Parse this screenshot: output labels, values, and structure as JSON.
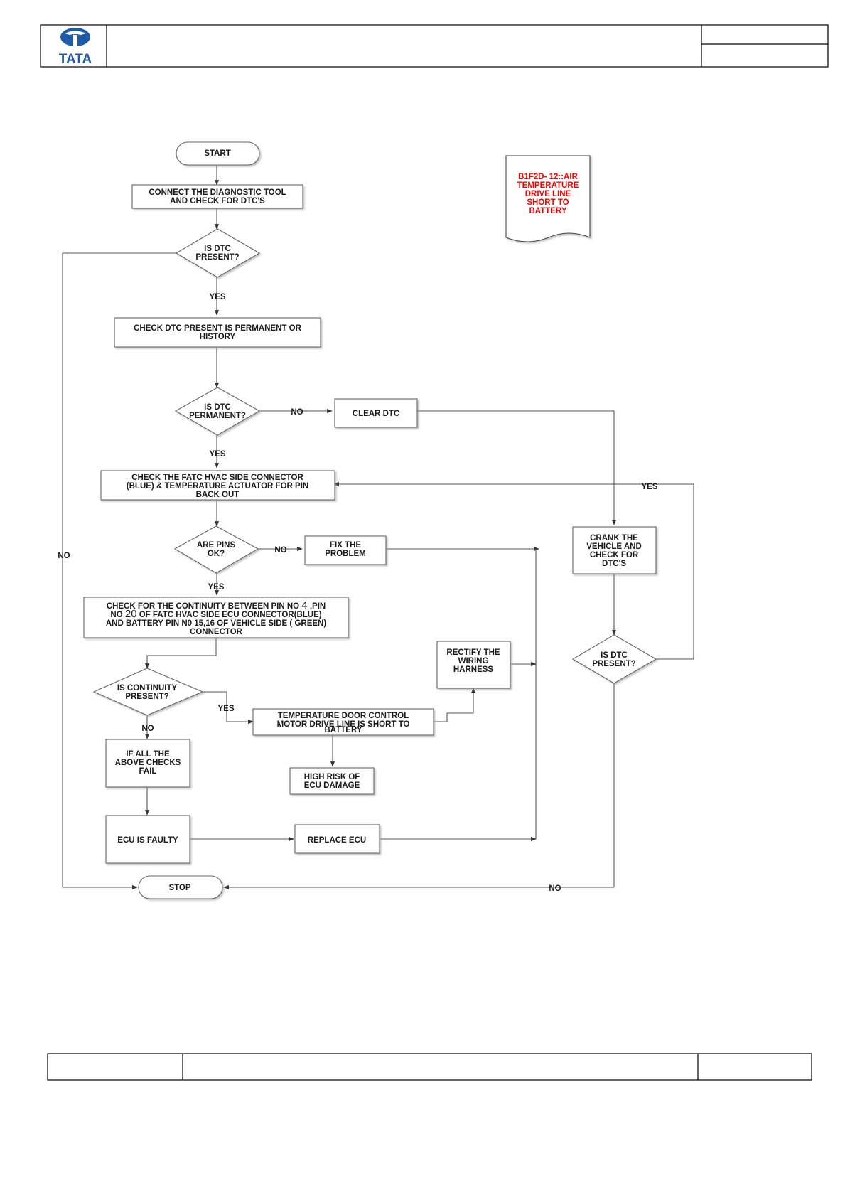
{
  "brand": {
    "name": "TATA",
    "color": "#1f5aa8"
  },
  "callout": {
    "lines": [
      "B1F2D- 12::AIR",
      "TEMPERATURE",
      "DRIVE LINE",
      "SHORT TO",
      "BATTERY"
    ],
    "color": "#ff0000"
  },
  "nodes": {
    "start": {
      "lines": [
        "START"
      ]
    },
    "connect_tool": {
      "lines": [
        "CONNECT THE DIAGNOSTIC TOOL",
        "AND CHECK FOR  DTC'S"
      ]
    },
    "dtc_present_1": {
      "lines": [
        "IS  DTC",
        "PRESENT?"
      ]
    },
    "check_permanent": {
      "lines": [
        "CHECK DTC  PRESENT IS PERMANENT OR",
        "HISTORY"
      ]
    },
    "is_permanent": {
      "lines": [
        "IS  DTC",
        "PERMANENT?"
      ]
    },
    "clear_dtc": {
      "lines": [
        "CLEAR DTC"
      ]
    },
    "check_connector": {
      "lines": [
        "CHECK THE FATC HVAC SIDE CONNECTOR",
        "(BLUE) & TEMPERATURE ACTUATOR FOR PIN",
        "BACK OUT"
      ]
    },
    "pins_ok": {
      "lines": [
        "ARE PINS",
        "OK?"
      ]
    },
    "fix_problem": {
      "lines": [
        "FIX THE",
        "PROBLEM"
      ]
    },
    "crank_vehicle": {
      "lines": [
        "CRANK THE",
        "VEHICLE AND",
        "CHECK FOR",
        "DTC'S"
      ]
    },
    "continuity_check": {
      "line1_a": "CHECK FOR THE CONTINUITY BETWEEN PIN NO ",
      "pin_a": "4",
      "line1_b": " ,PIN",
      "line2_a": "NO ",
      "pin_b": "20",
      "line2_b": " OF FATC HVAC SIDE ECU CONNECTOR(BLUE)",
      "line3": "AND  BATTERY  PIN N0 15,16 OF VEHICLE SIDE ( GREEN)",
      "line4": "CONNECTOR"
    },
    "rectify_harness": {
      "lines": [
        "RECTIFY THE",
        "WIRING",
        "HARNESS"
      ]
    },
    "dtc_present_2": {
      "lines": [
        "IS  DTC",
        "PRESENT?"
      ]
    },
    "continuity_present": {
      "lines": [
        "IS CONTINUITY",
        "PRESENT?"
      ]
    },
    "short_to_battery": {
      "lines": [
        "TEMPERATURE DOOR CONTROL",
        "MOTOR DRIVE LINE IS SHORT TO",
        "BATTERY"
      ]
    },
    "high_risk": {
      "lines": [
        "HIGH RISK OF",
        "ECU DAMAGE"
      ]
    },
    "all_checks_fail": {
      "lines": [
        "IF ALL THE",
        "ABOVE CHECKS",
        "FAIL"
      ]
    },
    "ecu_faulty": {
      "lines": [
        "ECU IS FAULTY"
      ]
    },
    "replace_ecu": {
      "lines": [
        "REPLACE ECU"
      ]
    },
    "stop": {
      "lines": [
        "STOP"
      ]
    }
  },
  "edge_labels": {
    "yes_1": "YES",
    "no_permanent": "NO",
    "yes_permanent": "YES",
    "no_pins": "NO",
    "yes_pins": "YES",
    "yes_dtc2": "YES",
    "yes_continuity": "YES",
    "no_continuity": "NO",
    "no_left": "NO",
    "no_stop": "NO"
  }
}
